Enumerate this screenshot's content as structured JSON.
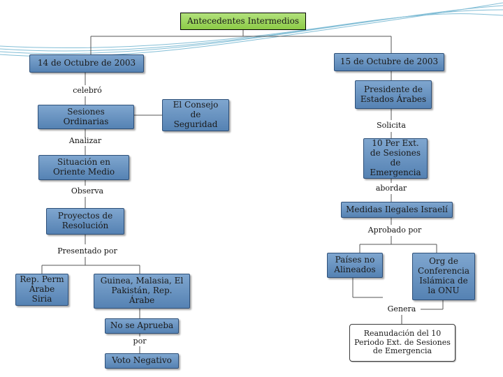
{
  "title": "Antecedentes Intermedios",
  "left": {
    "date": "14 de Octubre de 2003",
    "celebro": "celebró",
    "sesiones": "Sesiones Ordinarias",
    "consejo": "El Consejo de Seguridad",
    "analizar": "Analizar",
    "situacion": "Situación en Oriente Medio",
    "observa": "Observa",
    "proyectos": "Proyectos de Resolución",
    "presentado": "Presentado por",
    "rep_perm": "Rep. Perm Árabe Siria",
    "guinea": "Guinea, Malasia, El Pakistán, Rep. Árabe",
    "no_aprueba": "No se Aprueba",
    "por": "por",
    "voto": "Voto Negativo"
  },
  "right": {
    "date": "15 de Octubre de 2003",
    "presidente": "Presidente de Estados Árabes",
    "solicita": "Solicita",
    "periodo": "10 Per Ext. de Sesiones de Emergencia",
    "abordar": "abordar",
    "medidas": "Medidas Ilegales Israelí",
    "aprobado": "Aprobado por",
    "paises": "Países no Alineados",
    "org": "Org de Conferencia Islámica  de la ONU",
    "genera": "Genera",
    "reanudacion": "Reanudación del 10 Periodo Ext. de Sesiones de Emergencia"
  },
  "colors": {
    "box_fill": "#6f98c6",
    "title_fill": "#9ad45e",
    "swoosh": "#5aa9c9",
    "connector": "#555555"
  }
}
